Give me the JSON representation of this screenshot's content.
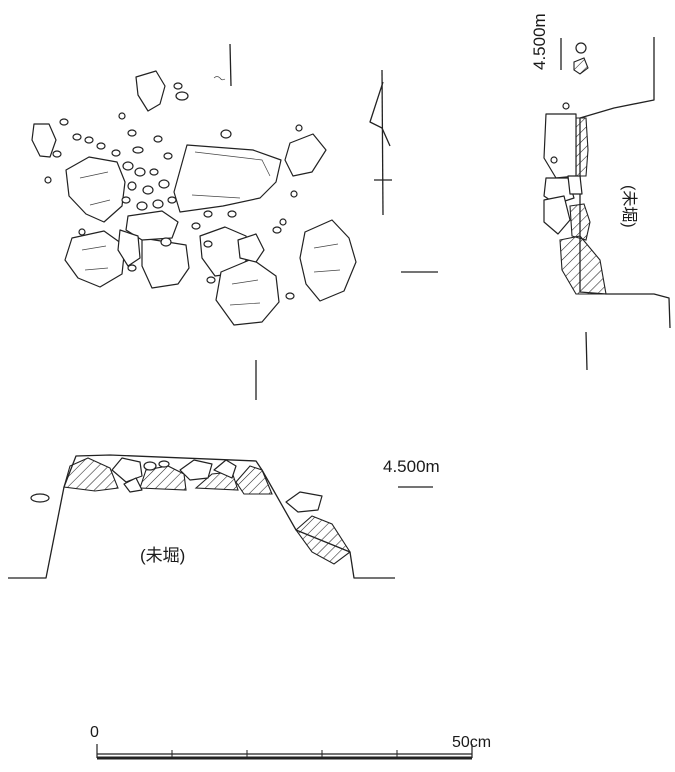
{
  "labels": {
    "elevation_bottom": "4.500m",
    "elevation_right": "4.500m",
    "unexcavated_bottom": "(未堀)",
    "unexcavated_right": "(未堀)"
  },
  "scale_bar": {
    "start_label": "0",
    "end_label": "50cm",
    "divisions": 5
  },
  "colors": {
    "line": "#222222",
    "background": "#ffffff"
  }
}
